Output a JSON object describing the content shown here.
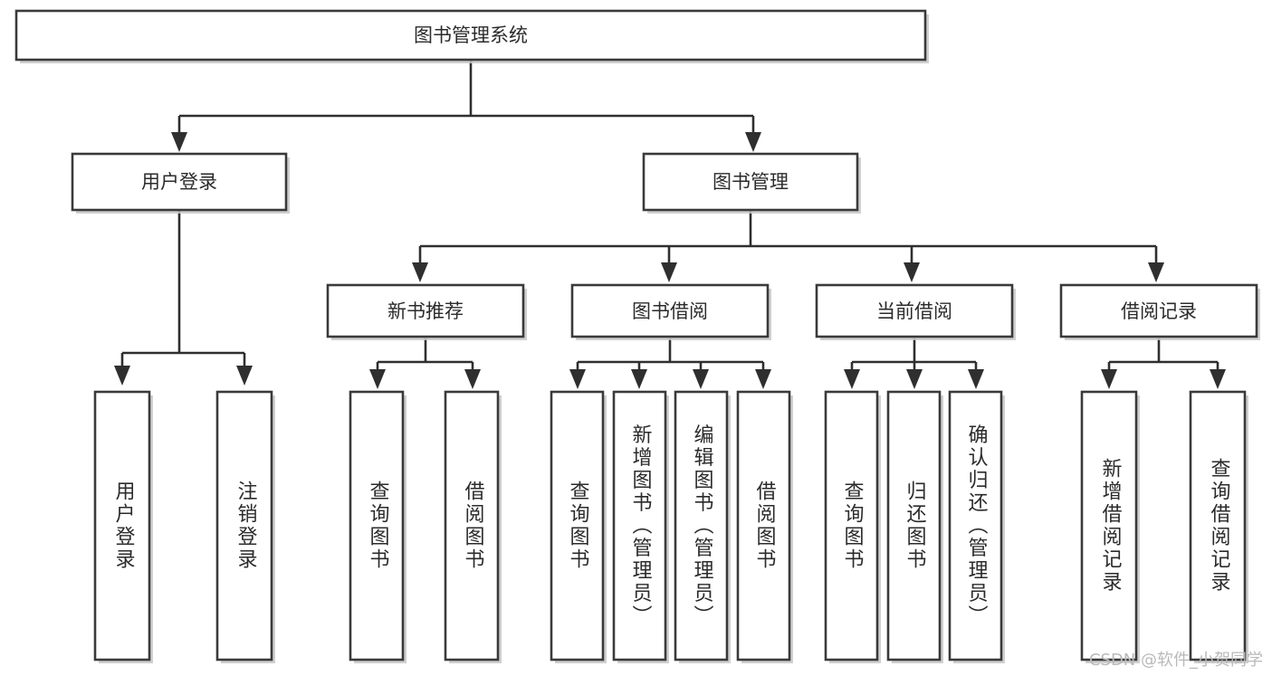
{
  "diagram": {
    "type": "tree-hierarchy-chart",
    "title": "图书管理系统",
    "orientation": "top-down",
    "colors": {
      "box_fill": "#ffffff",
      "box_stroke": "#3a3a3a",
      "connector": "#2f2f2f",
      "text": "#2b2b2b",
      "watermark": "#b9b9b9",
      "background": "#ffffff"
    },
    "root": {
      "id": "root",
      "label": "图书管理系统"
    },
    "level2": [
      {
        "id": "user-login",
        "label": "用户登录"
      },
      {
        "id": "book-manage",
        "label": "图书管理"
      }
    ],
    "level3": [
      {
        "id": "new-book-recommend",
        "label": "新书推荐",
        "parent": "book-manage"
      },
      {
        "id": "book-borrow",
        "label": "图书借阅",
        "parent": "book-manage"
      },
      {
        "id": "current-borrow",
        "label": "当前借阅",
        "parent": "book-manage"
      },
      {
        "id": "borrow-record",
        "label": "借阅记录",
        "parent": "book-manage"
      }
    ],
    "leaves": {
      "user-login": [
        {
          "id": "leaf-user-login",
          "label": "用户登录"
        },
        {
          "id": "leaf-user-logout",
          "label": "注销登录"
        }
      ],
      "new-book-recommend": [
        {
          "id": "leaf-query-book-1",
          "label": "查询图书"
        },
        {
          "id": "leaf-borrow-book-1",
          "label": "借阅图书"
        }
      ],
      "book-borrow": [
        {
          "id": "leaf-query-book-2",
          "label": "查询图书"
        },
        {
          "id": "leaf-add-book",
          "label": "新增图书（管理员）"
        },
        {
          "id": "leaf-edit-book",
          "label": "编辑图书（管理员）"
        },
        {
          "id": "leaf-borrow-book-2",
          "label": "借阅图书"
        }
      ],
      "current-borrow": [
        {
          "id": "leaf-query-book-3",
          "label": "查询图书"
        },
        {
          "id": "leaf-return-book",
          "label": "归还图书"
        },
        {
          "id": "leaf-confirm-return",
          "label": "确认归还（管理员）"
        }
      ],
      "borrow-record": [
        {
          "id": "leaf-add-record",
          "label": "新增借阅记录"
        },
        {
          "id": "leaf-query-record",
          "label": "查询借阅记录"
        }
      ]
    }
  },
  "watermark": {
    "text": "CSDN @软件_小贺同学"
  }
}
